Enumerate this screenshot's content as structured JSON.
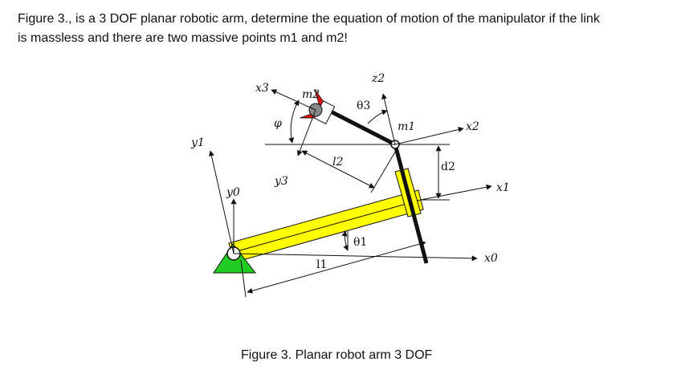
{
  "question": {
    "line1": "Figure 3., is a 3 DOF planar robotic arm, determine the equation of motion of the manipulator if the link",
    "line2": "is massless  and there are two massive points m1 and m2!"
  },
  "figure": {
    "labels": {
      "x3": "x3",
      "m2": "m2",
      "z2": "z2",
      "theta3": "θ3",
      "m1": "m1",
      "x2": "x2",
      "phi": "φ",
      "y1": "y1",
      "l2": "l2",
      "d2": "d2",
      "y3": "y3",
      "x1": "x1",
      "y0": "y0",
      "theta1": "θ1",
      "x0": "x0",
      "l1": "l1"
    },
    "colors": {
      "link1": "#ffff00",
      "base": "#22cc22",
      "gripper": "#dd1111",
      "mass": "#888888"
    }
  },
  "caption": "Figure 3. Planar robot arm 3 DOF"
}
